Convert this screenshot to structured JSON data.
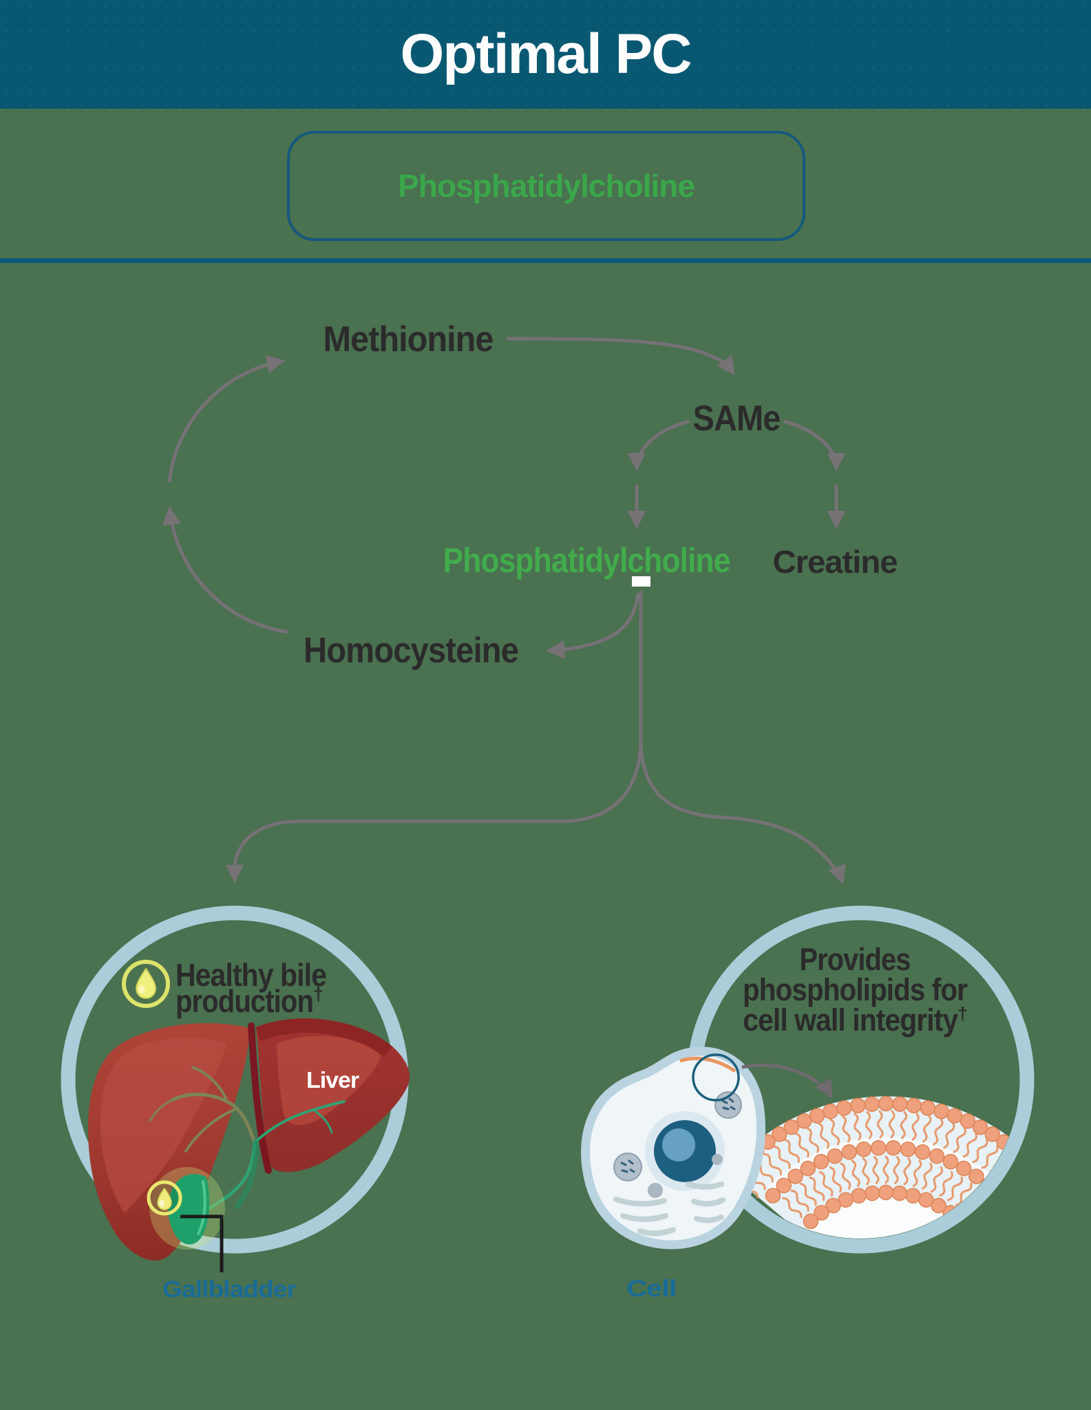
{
  "header": {
    "title": "Optimal PC"
  },
  "pc_box": {
    "label": "Phosphatidylcholine"
  },
  "pathway": {
    "methionine": "Methionine",
    "same": "SAMe",
    "phosphatidylcholine": "Phosphatidylcholine",
    "creatine": "Creatine",
    "homocysteine": "Homocysteine"
  },
  "bile_circle": {
    "heading_line1": "Healthy bile",
    "heading_line2": "production",
    "heading_sup": "†",
    "organ_label": "Liver",
    "caption": "Gallbladder"
  },
  "cell_circle": {
    "heading_line1": "Provides",
    "heading_line2": "phospholipids for",
    "heading_line3": "cell wall integrity",
    "heading_sup": "†",
    "caption": "Cell"
  },
  "colors": {
    "header_bg": "#095872",
    "background_green": "#4a7150",
    "accent_green": "#41ac4c",
    "box_border_teal": "#14587e",
    "arrow_gray": "#767276",
    "ring_blue": "#abcdda",
    "caption_teal": "#1a6c97",
    "text_dark": "#2b2b2b",
    "phospholipid_orange": "#efa07c",
    "liver_red": "#a63c33",
    "gallbladder_green": "#1fa06b"
  }
}
